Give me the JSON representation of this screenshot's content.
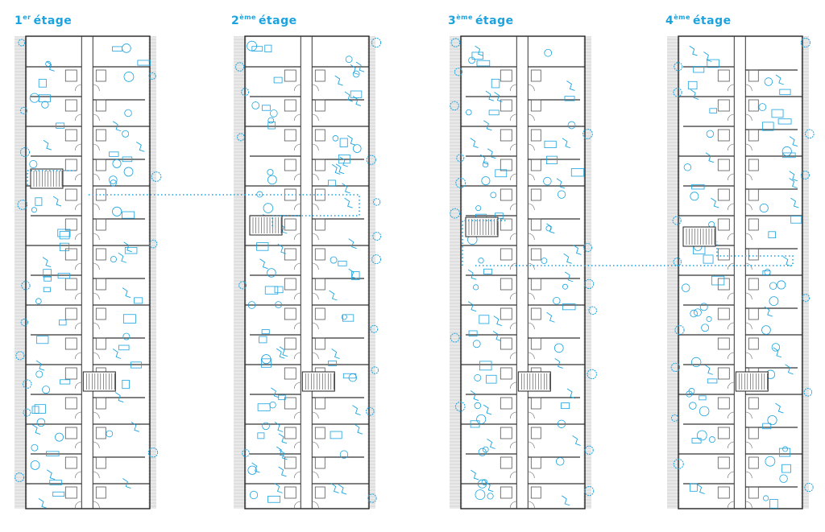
{
  "accent_color": "#1aa3df",
  "floors": [
    {
      "num": "1",
      "sup": "er",
      "label": "étage"
    },
    {
      "num": "2",
      "sup": "ème",
      "label": "étage"
    },
    {
      "num": "3",
      "sup": "ème",
      "label": "étage"
    },
    {
      "num": "4",
      "sup": "ème",
      "label": "étage"
    }
  ]
}
